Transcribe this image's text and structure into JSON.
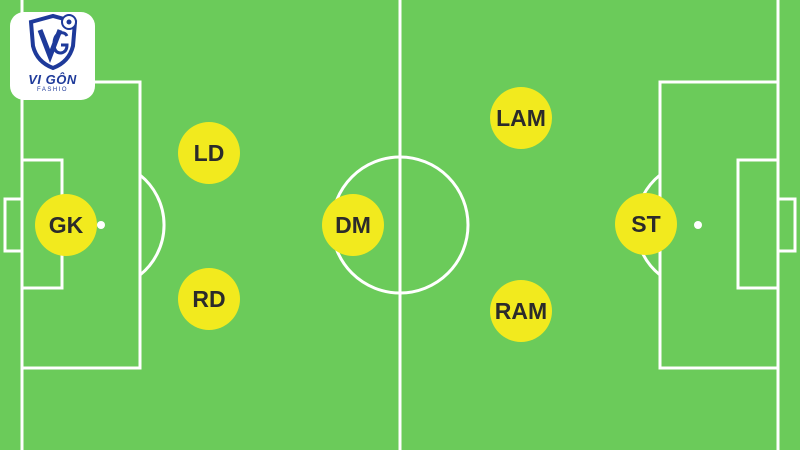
{
  "logo": {
    "name": "VI GÔN",
    "tagline": "FASHIO"
  },
  "colors": {
    "pitch": "#6bcb5a",
    "lines": "#ffffff",
    "player": "#f2ea1e",
    "brand": "#1e3a9a"
  },
  "players": [
    {
      "id": "gk",
      "label": "GK"
    },
    {
      "id": "ld",
      "label": "LD"
    },
    {
      "id": "rd",
      "label": "RD"
    },
    {
      "id": "dm",
      "label": "DM"
    },
    {
      "id": "lam",
      "label": "LAM"
    },
    {
      "id": "ram",
      "label": "RAM"
    },
    {
      "id": "st",
      "label": "ST"
    }
  ]
}
